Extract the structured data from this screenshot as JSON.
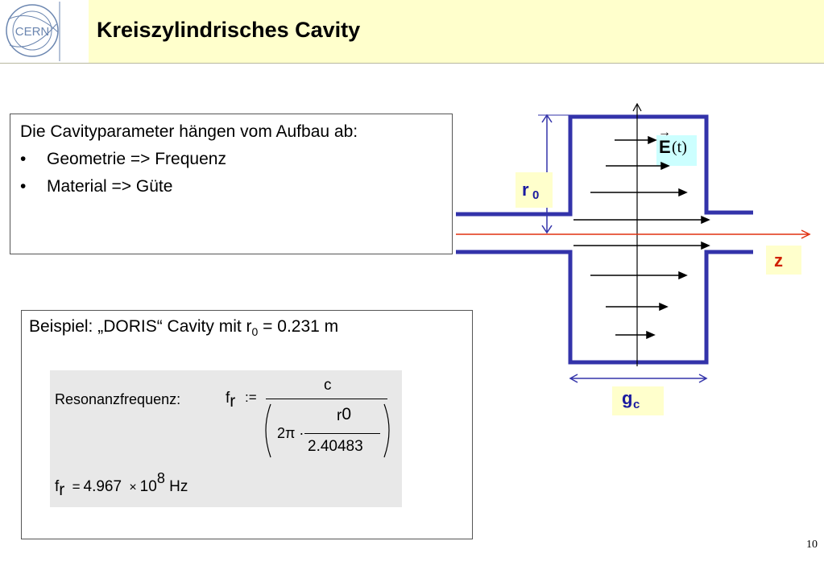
{
  "slide": {
    "title": "Kreiszylindrisches Cavity",
    "page_number": "10",
    "logo_text": "CERN"
  },
  "params_box": {
    "intro": "Die Cavityparameter hängen vom Aufbau ab:",
    "bullets": [
      {
        "marker": "•",
        "text": "Geometrie => Frequenz"
      },
      {
        "marker": "•",
        "text": "Material => Güte"
      }
    ]
  },
  "example_box": {
    "prefix": "Beispiel: „DORIS“ Cavity mit r",
    "sub": "0",
    "suffix": " = 0.231 m",
    "calc": {
      "label": "Resonanzfrequenz:",
      "lhs_base": "f",
      "lhs_sub": "r",
      "assign": ":=",
      "numerator": "c",
      "two_pi": "2π ·",
      "r_base": "r",
      "r_sub": "0",
      "bessel_zero": "2.40483",
      "result_base": "f",
      "result_sub": "r",
      "result_eq": "=",
      "result_mantissa": "4.967",
      "times": "×",
      "result_base10": "10",
      "result_exp": "8",
      "result_unit": "Hz"
    }
  },
  "diagram": {
    "label_r": "r",
    "label_r_sub": "0",
    "label_z": "z",
    "label_g": "g",
    "label_g_sub": "c",
    "label_field": "E",
    "label_field_arrow": "→",
    "label_field_arg": "(t)",
    "colors": {
      "cavity_wall": "#3333aa",
      "axis": "#e03010",
      "dimension": "#3333aa",
      "label_bg": "#ffffcc",
      "field_bg": "#ccffff"
    }
  }
}
